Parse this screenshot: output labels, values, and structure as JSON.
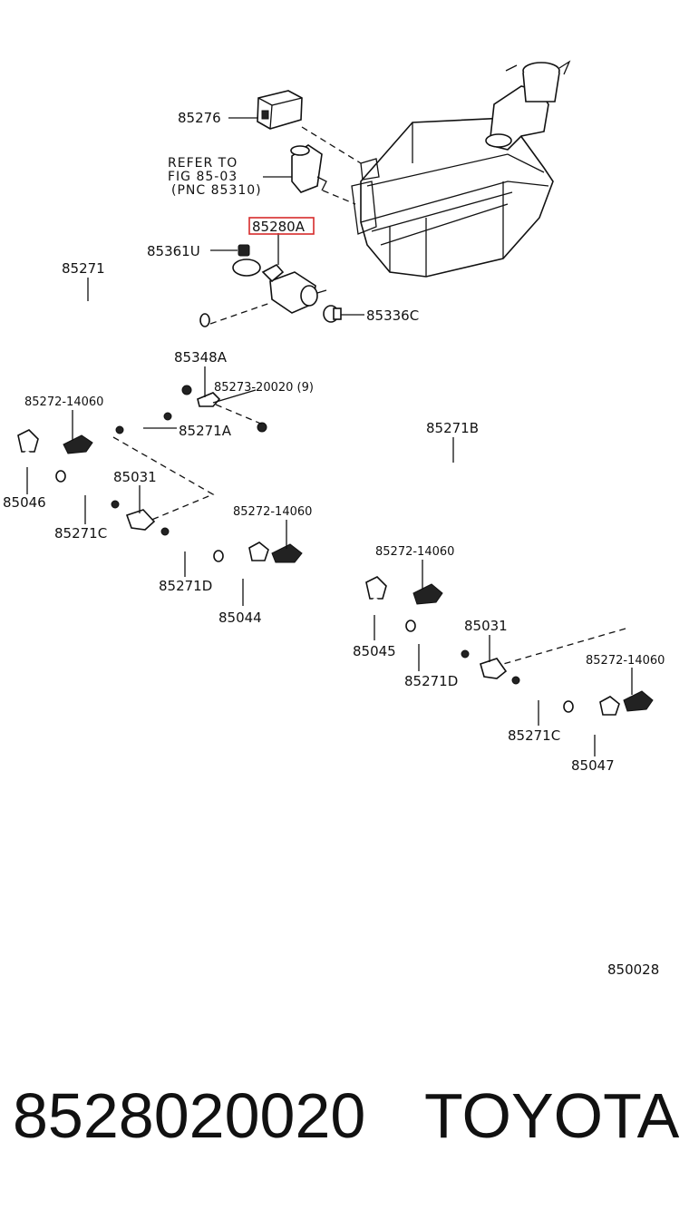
{
  "diagram": {
    "labels": {
      "p85276": "85276",
      "refer_line1": "REFER TO",
      "refer_line2": "FIG 85-03",
      "refer_line3": "(PNC 85310)",
      "p85280A": "85280A",
      "p85361U": "85361U",
      "p85271": "85271",
      "p85336C": "85336C",
      "p85348A": "85348A",
      "p85273": "85273-20020 (9)",
      "p85272_a": "85272-14060",
      "p85271A": "85271A",
      "p85271B": "85271B",
      "p85046": "85046",
      "p85031_a": "85031",
      "p85271C_a": "85271C",
      "p85272_b": "85272-14060",
      "p85271D_a": "85271D",
      "p85044": "85044",
      "p85272_c": "85272-14060",
      "p85045": "85045",
      "p85031_b": "85031",
      "p85271D_b": "85271D",
      "p85272_d": "85272-14060",
      "p85271C_b": "85271C",
      "p85047": "85047",
      "figure_number": "850028"
    },
    "highlight_color": "#d62b2b"
  },
  "caption": {
    "part_number": "8528020020",
    "brand": "TOYOTA"
  }
}
